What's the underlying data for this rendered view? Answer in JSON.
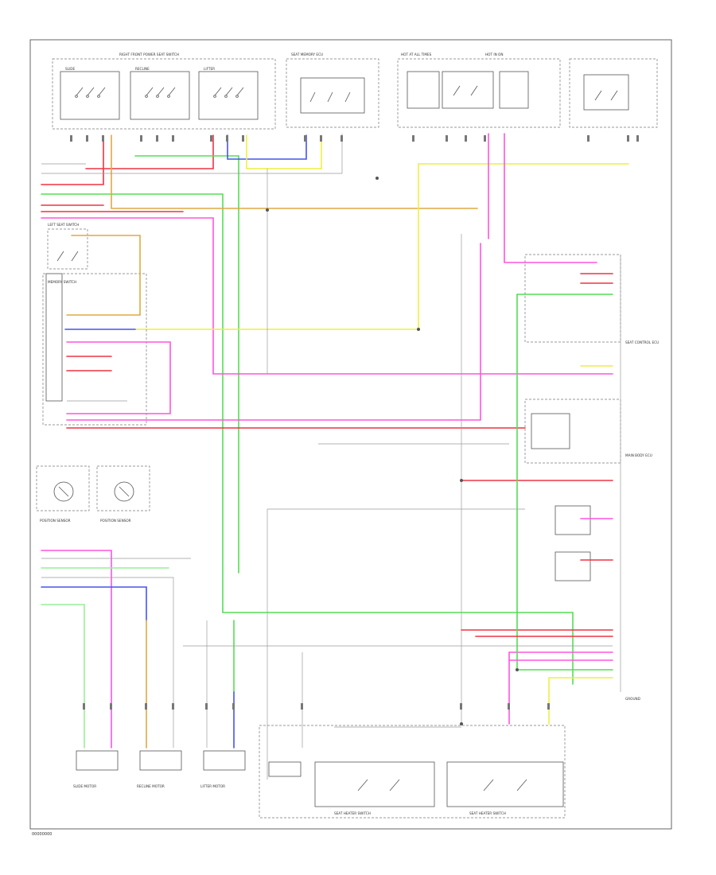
{
  "colors": {
    "border": "#555555",
    "wire_red": "#ee3344",
    "wire_pink": "#ff55dd",
    "wire_green": "#55dd55",
    "wire_yellow": "#eeee44",
    "wire_blue": "#4455ee",
    "wire_orange": "#ddaa44",
    "wire_gray": "#999999",
    "wire_ltgreen": "#99ee99"
  },
  "footer": {
    "code": "00000000"
  },
  "labels": [
    {
      "id": "top-sw-group",
      "text": "RIGHT FRONT POWER SEAT SWITCH"
    },
    {
      "id": "sw-a",
      "text": "SLIDE"
    },
    {
      "id": "sw-b",
      "text": "RECLINE"
    },
    {
      "id": "sw-c",
      "text": "LIFTER"
    },
    {
      "id": "ecu-top",
      "text": "SEAT MEMORY ECU"
    },
    {
      "id": "fuse-a",
      "text": "HOT AT ALL TIMES"
    },
    {
      "id": "fuse-b",
      "text": "HOT IN ON"
    },
    {
      "id": "left-sw",
      "text": "LEFT SEAT SWITCH"
    },
    {
      "id": "mem-sw",
      "text": "MEMORY SWITCH"
    },
    {
      "id": "ctrl-ecu",
      "text": "SEAT CONTROL ECU"
    },
    {
      "id": "pos-sensor-a",
      "text": "POSITION SENSOR"
    },
    {
      "id": "pos-sensor-b",
      "text": "POSITION SENSOR"
    },
    {
      "id": "bottom-motor-a",
      "text": "SLIDE MOTOR"
    },
    {
      "id": "bottom-motor-b",
      "text": "RECLINE MOTOR"
    },
    {
      "id": "bottom-motor-c",
      "text": "LIFTER MOTOR"
    },
    {
      "id": "bottom-sw-a",
      "text": "SEAT HEATER SWITCH"
    },
    {
      "id": "bottom-sw-b",
      "text": "SEAT HEATER SWITCH"
    },
    {
      "id": "right-ecu",
      "text": "MAIN BODY ECU"
    },
    {
      "id": "ground",
      "text": "GROUND"
    }
  ]
}
